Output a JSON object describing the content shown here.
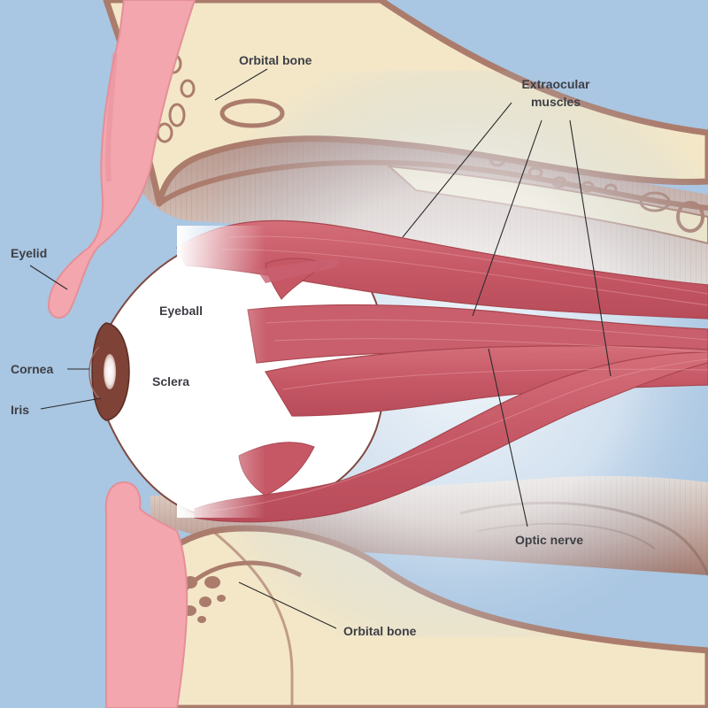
{
  "labels": {
    "orbital_bone_top": "Orbital bone",
    "extraocular_line1": "Extraocular",
    "extraocular_line2": "muscles",
    "eyelid": "Eyelid",
    "eyeball": "Eyeball",
    "cornea": "Cornea",
    "sclera": "Sclera",
    "iris": "Iris",
    "optic_nerve": "Optic nerve",
    "orbital_bone_bottom": "Orbital bone"
  },
  "colors": {
    "background": "#a9c6e2",
    "skin": "#f3a6ae",
    "bone": "#f3e7c8",
    "bone_cortex": "#ab7c6c",
    "muscle": "#c75a67",
    "iris": "#7e4236",
    "sclera": "#ffffff"
  }
}
